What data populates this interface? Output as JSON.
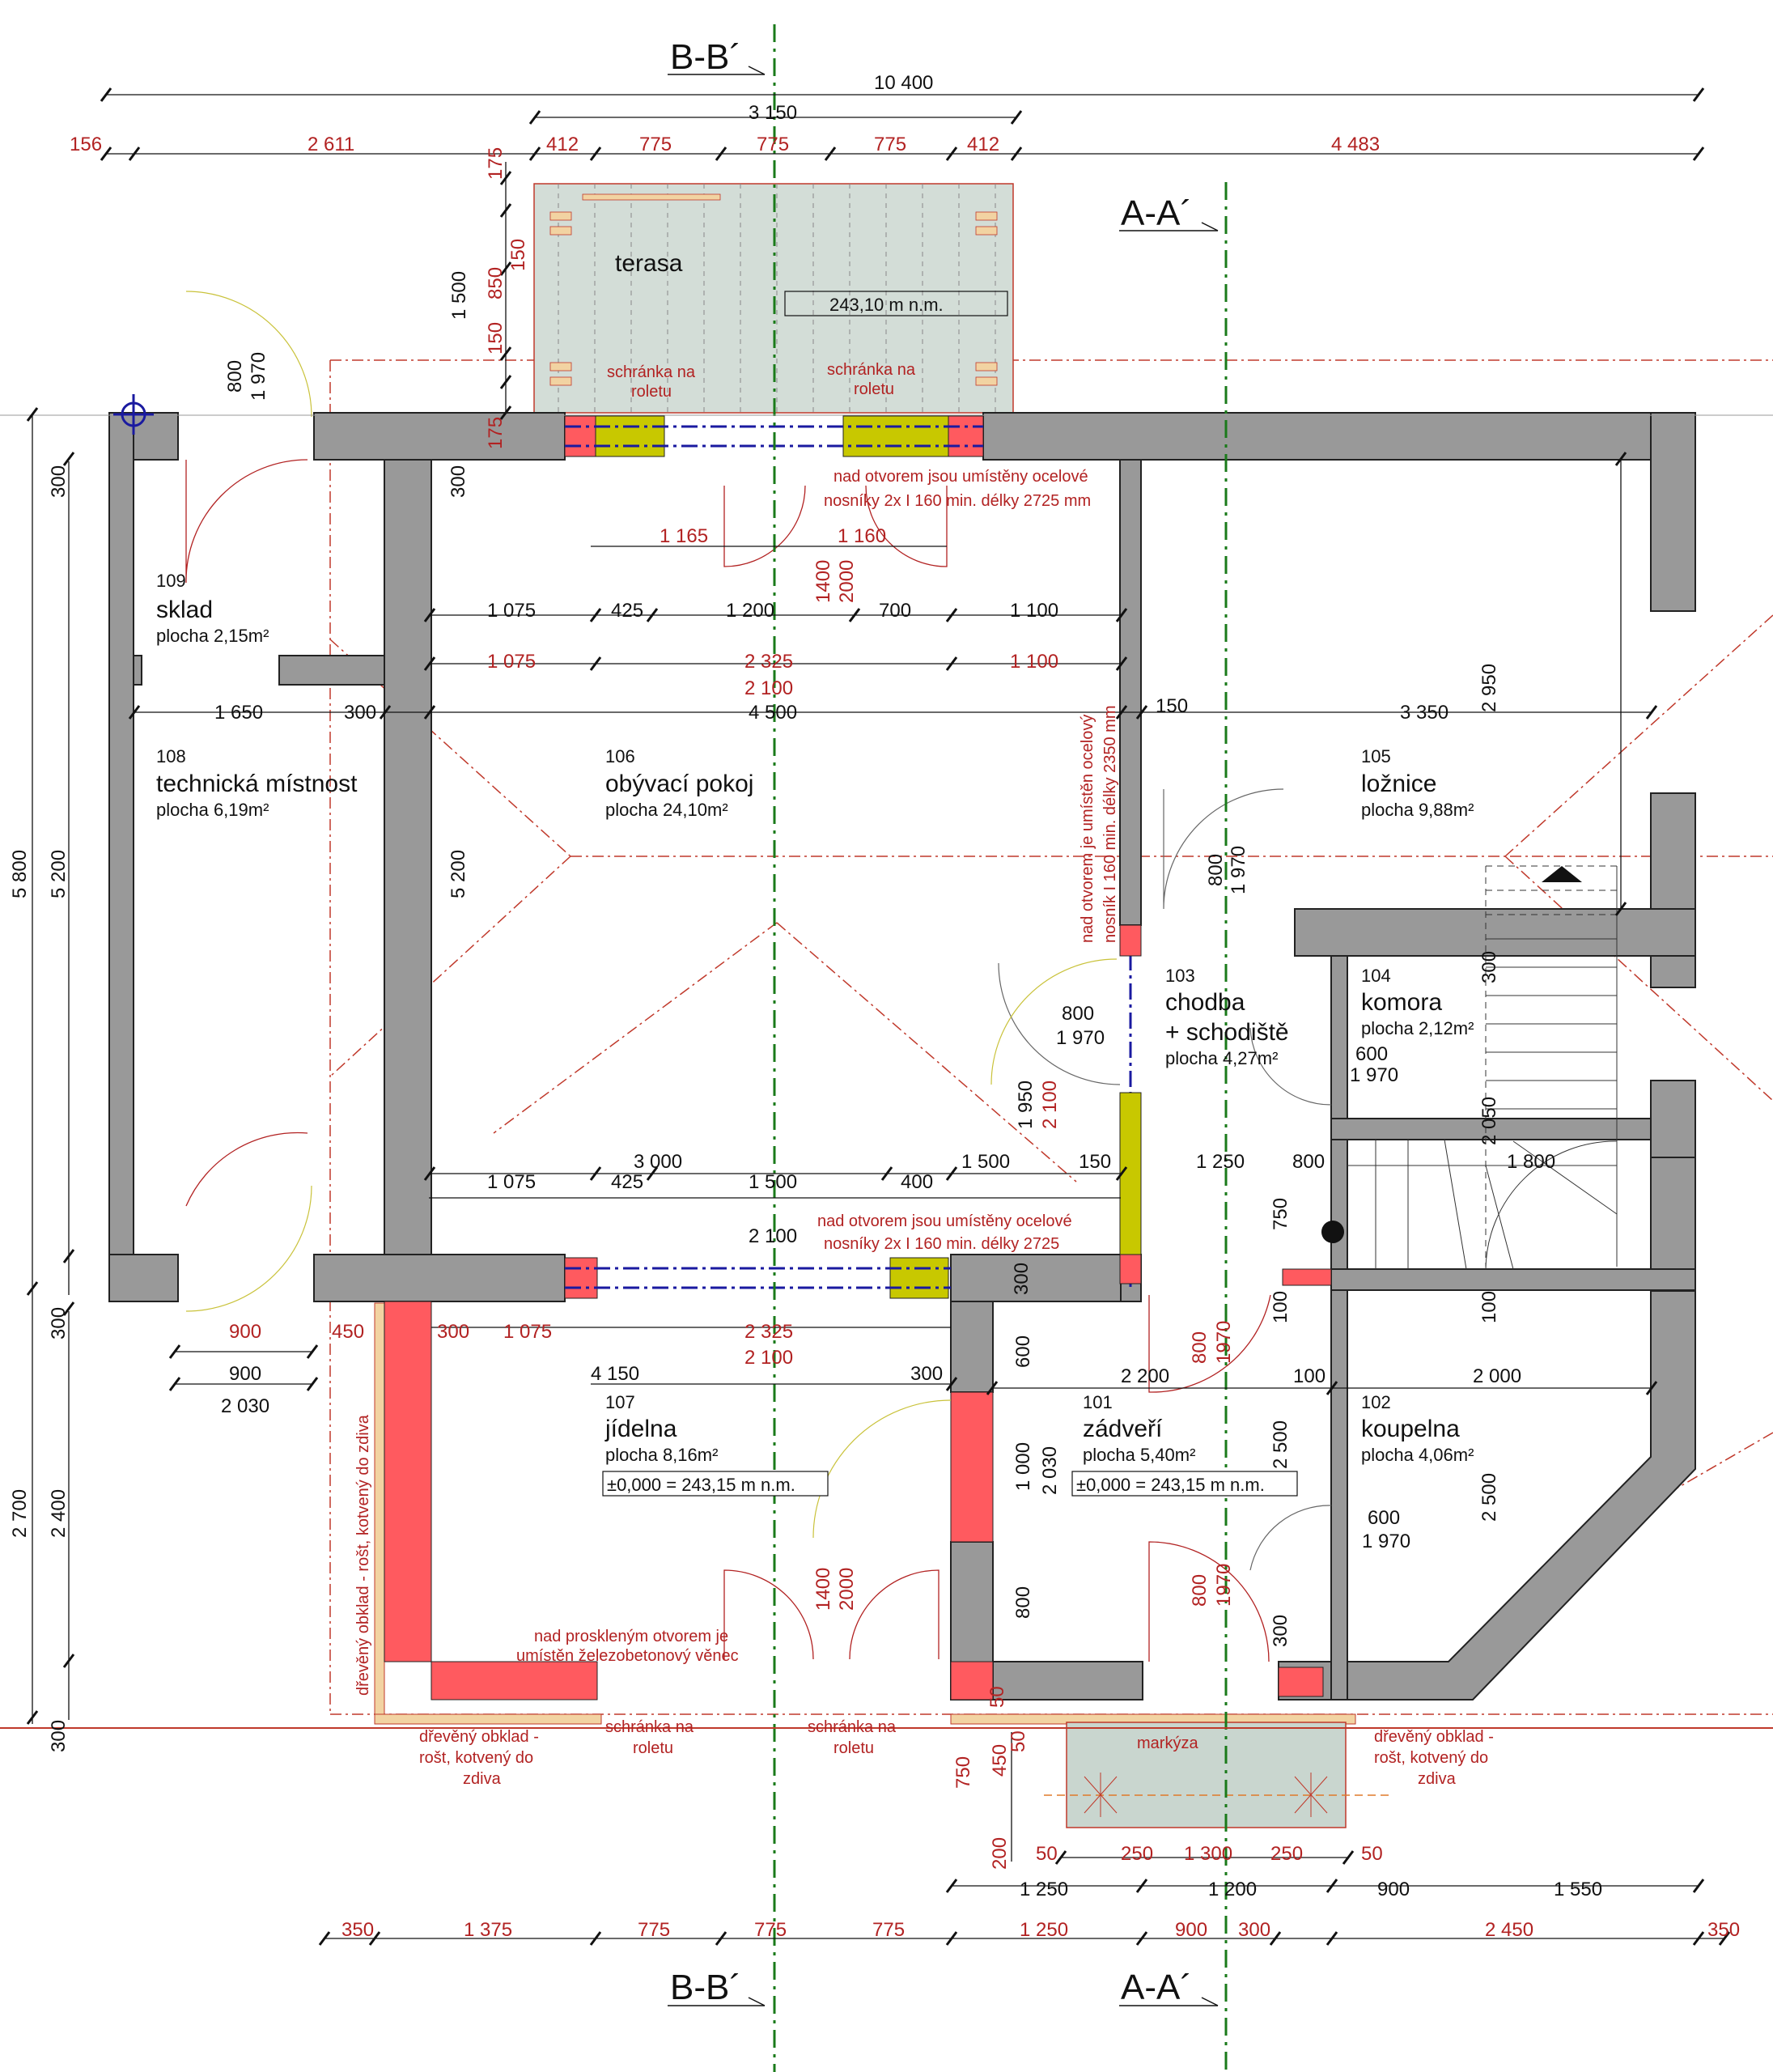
{
  "sections": {
    "bb_top": "B-B´",
    "bb_bottom": "B-B´",
    "aa_top": "A-A´",
    "aa_bottom": "A-A´"
  },
  "dims_top": {
    "overall": "10 400",
    "terrace_width": "3 150",
    "d156": "156",
    "d2611": "2 611",
    "d412a": "412",
    "d775a": "775",
    "d775b": "775",
    "d775c": "775",
    "d412b": "412",
    "d4483": "4 483",
    "t175a": "175",
    "t150a": "150",
    "t850": "850",
    "t150b": "150",
    "t175b": "175",
    "t1500": "1 500"
  },
  "dims_left": {
    "l5800": "5 800",
    "l5200": "5 200",
    "l300a": "300",
    "l300b": "300",
    "l2700": "2 700",
    "l2400": "2 400",
    "l300c": "300"
  },
  "dims_interior": {
    "i1165": "1 165",
    "i1160": "1 160",
    "i1075a": "1 075",
    "i425a": "425",
    "i1200a": "1 200",
    "i700": "700",
    "i1100a": "1 100",
    "r1075a": "1 075",
    "r2325a": "2 325",
    "r1100": "1 100",
    "r2100a": "2 100",
    "i1650": "1 650",
    "i300a": "300",
    "i4500": "4 500",
    "i150a": "150",
    "i3350": "3 350",
    "i2950": "2 950",
    "i300b": "300",
    "i5200": "5 200",
    "i1400a": "1400",
    "i2000a": "2000",
    "i3000": "3 000",
    "i1075b": "1 075",
    "i425b": "425",
    "i1500a": "1 500",
    "i400": "400",
    "i1500b": "1 500",
    "i150b": "150",
    "i1250a": "1 250",
    "i800a": "800",
    "r2100b": "2 100",
    "i750a": "750",
    "r1950": "1 950",
    "r2100c": "2 100",
    "r900": "900",
    "r450": "450",
    "r300a": "300",
    "r1075b": "1 075",
    "r2325b": "2 325",
    "r2100d": "2 100",
    "i900": "900",
    "i2030a": "2 030",
    "i4150": "4 150",
    "i300c": "300",
    "i2200": "2 200",
    "i100a": "100",
    "i2000b": "2 000",
    "i600a": "600",
    "i1000": "1 000",
    "i2030b": "2 030",
    "i800b": "800",
    "i2500a": "2 500",
    "i2500b": "2 500",
    "i100b": "100",
    "i100c": "100",
    "i300d": "300",
    "i300e": "300",
    "i2050": "2 050",
    "i1800": "1 800",
    "r1400b": "1400",
    "r2000b": "2000",
    "r800c": "800",
    "r1970c": "1970",
    "r800d": "800",
    "r1970d": "1970",
    "r50a": "50",
    "r50b": "50"
  },
  "dims_bottom": {
    "b750": "750",
    "b450": "450",
    "b200": "200",
    "b50a": "50",
    "b250a": "250",
    "b1300": "1 300",
    "b250b": "250",
    "b50b": "50",
    "b1250a": "1 250",
    "b1200": "1 200",
    "b900a": "900",
    "b1550": "1 550",
    "b350a": "350",
    "b1375": "1 375",
    "b775a": "775",
    "b775b": "775",
    "b775c": "775",
    "b1250b": "1 250",
    "b900b": "900",
    "b300": "300",
    "b2450": "2 450",
    "b350b": "350"
  },
  "doors": {
    "d109_w": "800",
    "d109_h": "1 970",
    "d105_w": "800",
    "d105_h": "1 970",
    "d103_w": "800",
    "d103_h": "1 970",
    "d104_w": "600",
    "d104_h": "1 970",
    "d102_w": "600",
    "d102_h": "1 970"
  },
  "rooms": [
    {
      "num": "109",
      "name": "sklad",
      "area": "plocha 2,15m²"
    },
    {
      "num": "108",
      "name": "technická místnost",
      "area": "plocha 6,19m²"
    },
    {
      "num": "106",
      "name": "obývací pokoj",
      "area": "plocha 24,10m²"
    },
    {
      "num": "105",
      "name": "ložnice",
      "area": "plocha 9,88m²"
    },
    {
      "num": "103",
      "name": "chodba",
      "name2": "+ schodiště",
      "area": "plocha 4,27m²"
    },
    {
      "num": "104",
      "name": "komora",
      "area": "plocha 2,12m²"
    },
    {
      "num": "107",
      "name": "jídelna",
      "area": "plocha 8,16m²"
    },
    {
      "num": "101",
      "name": "zádveří",
      "area": "plocha 5,40m²"
    },
    {
      "num": "102",
      "name": "koupelna",
      "area": "plocha 4,06m²"
    }
  ],
  "terrace": {
    "label": "terasa",
    "level": "243,10 m n.m."
  },
  "levels": {
    "dining": "±0,000 = 243,15 m n.m.",
    "entry": "±0,000 = 243,15 m n.m."
  },
  "notes": {
    "roleta_box1_a": "schránka na",
    "roleta_box1_b": "roletu",
    "roleta_box2_a": "schránka na",
    "roleta_box2_b": "roletu",
    "roleta_box3_a": "schránka na",
    "roleta_box3_b": "roletu",
    "roleta_box4_a": "schránka na",
    "roleta_box4_b": "roletu",
    "beams_top_a": "nad otvorem jsou umístěny ocelové",
    "beams_top_b": "nosníky 2x I  160  min. délky 2725 mm",
    "beams_mid_a": "nad otvorem jsou umístěny ocelové",
    "beams_mid_b": "nosníky 2x I  160  min. délky 2725",
    "beam_vert_a": "nad otvorem je umístěn ocelový",
    "beam_vert_b": "nosník I  160  min. délky 2350 mm",
    "wreath_a": "nad proskleným otvorem je",
    "wreath_b": "umístěn železobetonový věnec",
    "cladding_vert": "dřevěný obklad - rošt, kotvený do zdiva",
    "cladding_left_a": "dřevěný obklad -",
    "cladding_left_b": "rošt, kotvený do",
    "cladding_left_c": "zdiva",
    "cladding_right_a": "dřevěný obklad -",
    "cladding_right_b": "rošt, kotvený do",
    "cladding_right_c": "zdiva",
    "awning": "markýza"
  },
  "colors": {
    "wall": "#999999",
    "lintel_red": "#ff5a5f",
    "lintel_yellow": "#c8c800",
    "dim_red": "#b22222",
    "terrace_fill": "#d3ddd7",
    "section_line": "#1a7a1a",
    "beam_blue": "#1a1aa0"
  }
}
